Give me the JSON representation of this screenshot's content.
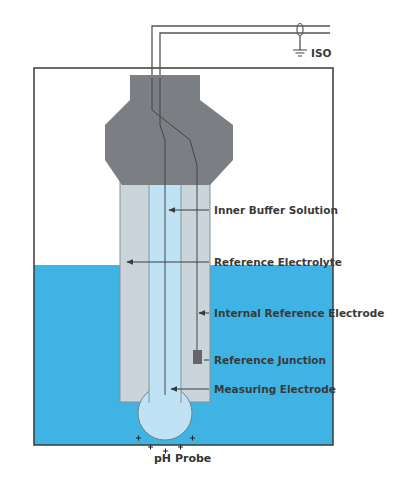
{
  "diagram": {
    "caption": "pH Probe",
    "labels": [
      "ISO",
      "Inner Buffer Solution",
      "Reference Electrolyte",
      "Internal Reference Electrode",
      "Reference Junction",
      "Measuring Electrode"
    ]
  }
}
